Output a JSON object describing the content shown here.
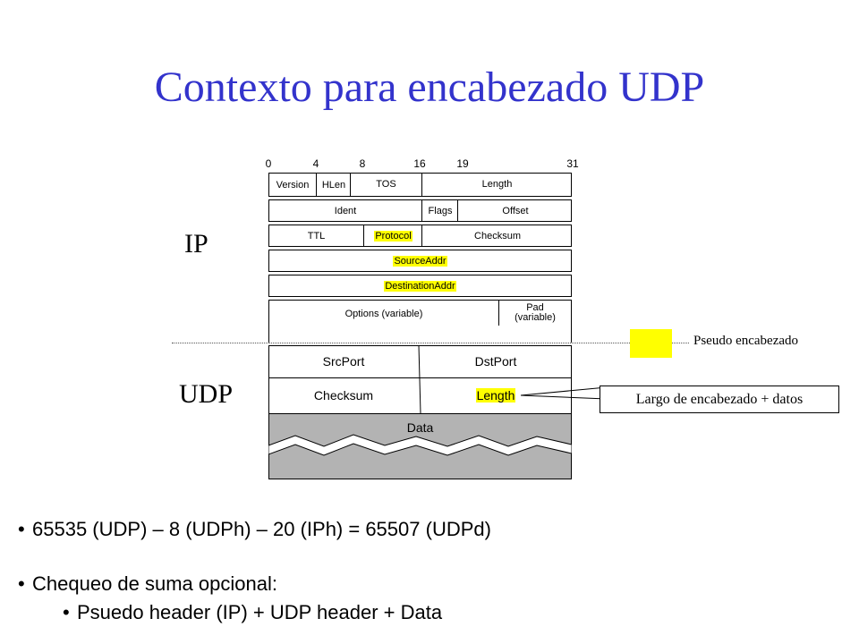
{
  "slide": {
    "title": "Contexto para encabezado UDP",
    "ip_label": "IP",
    "udp_label": "UDP"
  },
  "bit_numbers": [
    "0",
    "4",
    "8",
    "16",
    "19",
    "31"
  ],
  "ip_header": {
    "version": "Version",
    "hlen": "HLen",
    "tos": "TOS",
    "length": "Length",
    "ident": "Ident",
    "flags": "Flags",
    "offset": "Offset",
    "ttl": "TTL",
    "protocol": "Protocol",
    "checksum": "Checksum",
    "source_addr": "SourceAddr",
    "destination_addr": "DestinationAddr",
    "options": "Options (variable)",
    "pad": "Pad",
    "pad_sub": "(variable)"
  },
  "udp_header": {
    "src_port": "SrcPort",
    "dst_port": "DstPort",
    "checksum": "Checksum",
    "length": "Length",
    "data": "Data"
  },
  "legend": {
    "pseudo_header": "Pseudo encabezado",
    "highlight_color": "#ffff00"
  },
  "callout": {
    "text": "Largo de encabezado + datos"
  },
  "bullets": [
    "65535 (UDP) – 8 (UDPh) – 20 (IPh) = 65507 (UDPd)",
    "Chequeo de suma opcional:",
    "Psuedo header (IP) + UDP header + Data"
  ],
  "colors": {
    "title": "#3333cc",
    "highlight": "#ffff00",
    "data_area": "#b3b3b3"
  }
}
